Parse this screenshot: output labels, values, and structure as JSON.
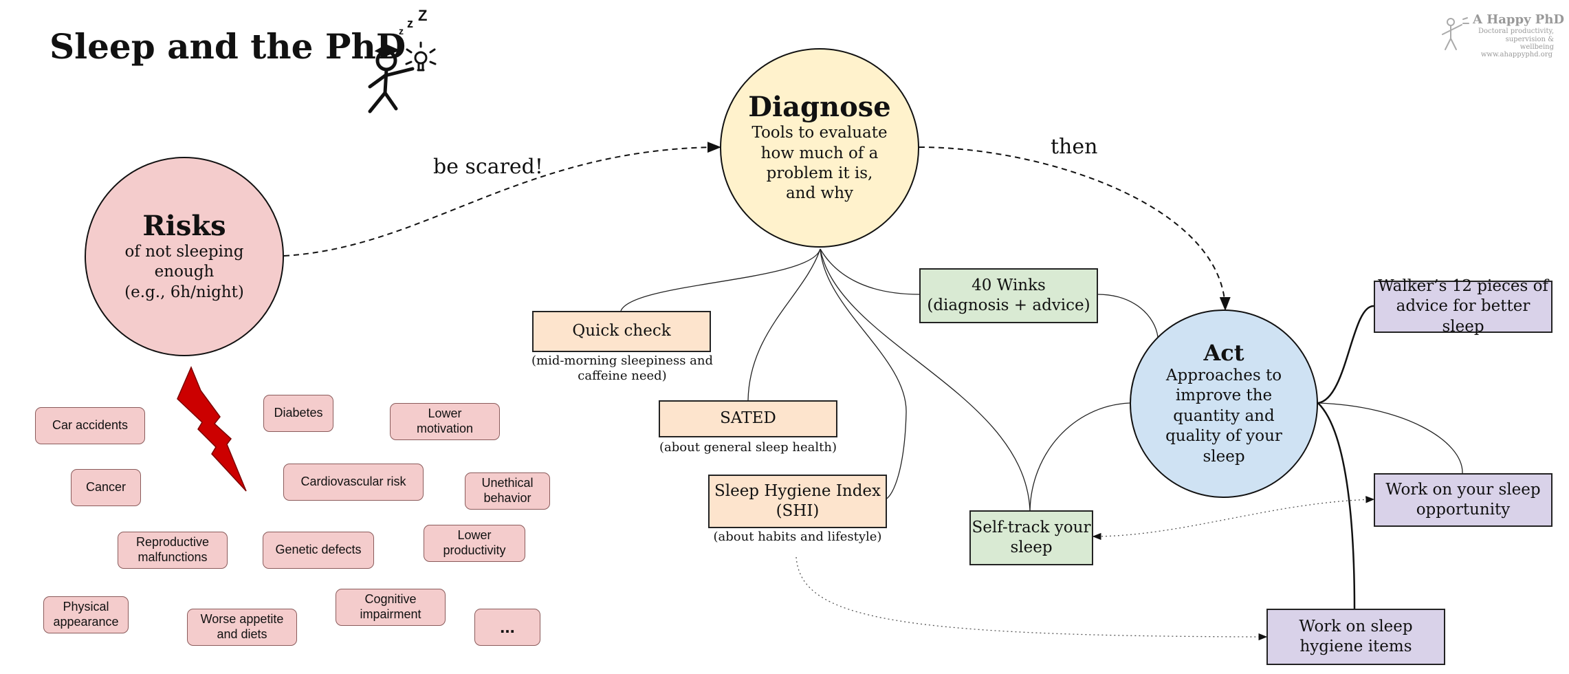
{
  "title": "Sleep and the PhD",
  "logo": {
    "name": "A Happy PhD",
    "tagline": "Doctoral productivity,\nsupervision & wellbeing",
    "url": "www.ahappyphd.org"
  },
  "icons": {
    "sleeping_student": "stick-figure-graduate-with-lightbulb-icon",
    "lightning": "lightning-bolt-icon",
    "logo_figure": "stick-figure-icon"
  },
  "colors": {
    "risks": "#f4cccc",
    "diagnose": "#fff2cc",
    "act": "#cfe2f3",
    "peach_box": "#fde4cd",
    "green_box": "#d9ead3",
    "purple_box": "#d9d2e9",
    "lightning": "#cc0000"
  },
  "risks": {
    "heading": "Risks",
    "text": "of not sleeping\nenough\n(e.g., 6h/night)",
    "items": [
      "Car accidents",
      "Diabetes",
      "Lower\nmotivation",
      "Cancer",
      "Cardiovascular risk",
      "Unethical\nbehavior",
      "Reproductive\nmalfunctions",
      "Genetic defects",
      "Lower\nproductivity",
      "Physical\nappearance",
      "Worse appetite\nand diets",
      "Cognitive\nimpairment",
      "..."
    ]
  },
  "edges": {
    "risks_to_diagnose": "be scared!",
    "diagnose_to_act": "then"
  },
  "diagnose": {
    "heading": "Diagnose",
    "text": "Tools to evaluate\nhow much of a\nproblem it is,\nand why",
    "tools": [
      {
        "label": "Quick check",
        "note": "(mid-morning sleepiness and\ncaffeine need)"
      },
      {
        "label": "SATED",
        "note": "(about general sleep health)"
      },
      {
        "label": "Sleep Hygiene Index\n(SHI)",
        "note": "(about habits and lifestyle)"
      },
      {
        "label": "40 Winks\n(diagnosis + advice)"
      },
      {
        "label": "Self-track your\nsleep"
      }
    ]
  },
  "act": {
    "heading": "Act",
    "text": "Approaches to\nimprove the\nquantity and\nquality of your\nsleep",
    "items": [
      "Walker’s 12 pieces of\nadvice for better sleep",
      "Work on your sleep\nopportunity",
      "Work on sleep\nhygiene items"
    ]
  }
}
